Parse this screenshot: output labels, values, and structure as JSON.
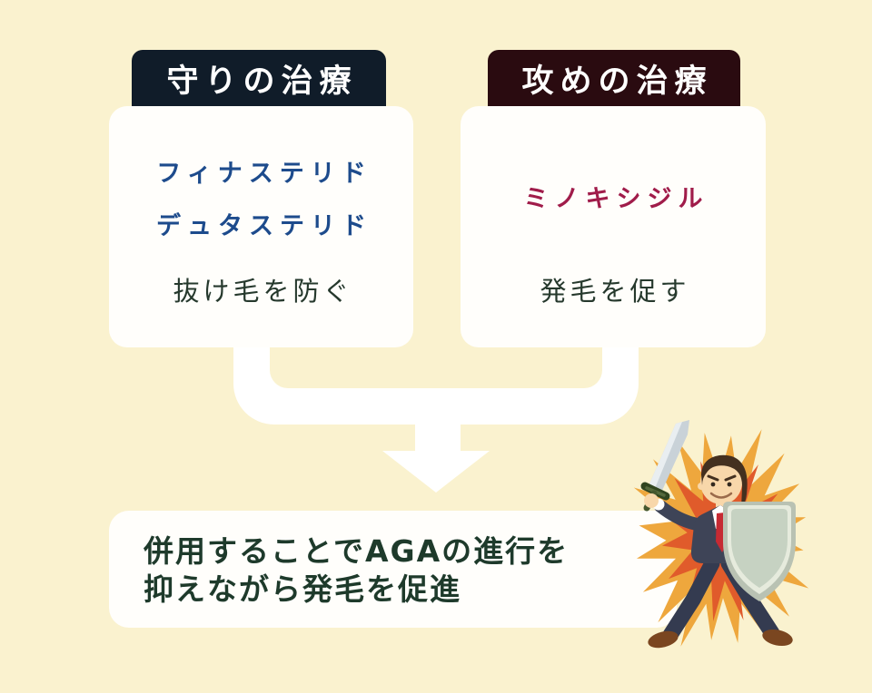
{
  "page": {
    "background": "#faf2cf",
    "card_background": "#fffefb"
  },
  "columns": [
    {
      "badge": {
        "label": "守りの治療",
        "background": "#101c29",
        "text_color": "#ffffff"
      },
      "drugs": [
        "フィナステリド",
        "デュタステリド"
      ],
      "drug_color": "#1d4b8c",
      "effect": "抜け毛を防ぐ",
      "effect_color": "#26392d"
    },
    {
      "badge": {
        "label": "攻めの治療",
        "background": "#2a0b10",
        "text_color": "#ffffff"
      },
      "drugs": [
        "ミノキシジル"
      ],
      "drug_color": "#a01c4a",
      "effect": "発毛を促す",
      "effect_color": "#26392d"
    }
  ],
  "conclusion": {
    "lines": [
      "併用することでAGAの進行を",
      "抑えながら発毛を促進"
    ],
    "text_color": "#1e3a2b"
  },
  "merge_arrow_color": "#ffffff",
  "illustration": {
    "name": "businessman-with-sword-and-shield",
    "starburst_outer": "#eea73d",
    "starburst_inner": "#e05b2b",
    "suit": "#3e4457",
    "pants": "#343b50",
    "tie": "#c62a33",
    "skin": "#f8d7aa",
    "hair": "#44301f",
    "shield_rim": "#b9c2b3",
    "shield_face": "#c6d2c2",
    "sword_blade": "#c9d2d8",
    "sword_grip": "#45582f",
    "shoes": "#7a4620"
  }
}
